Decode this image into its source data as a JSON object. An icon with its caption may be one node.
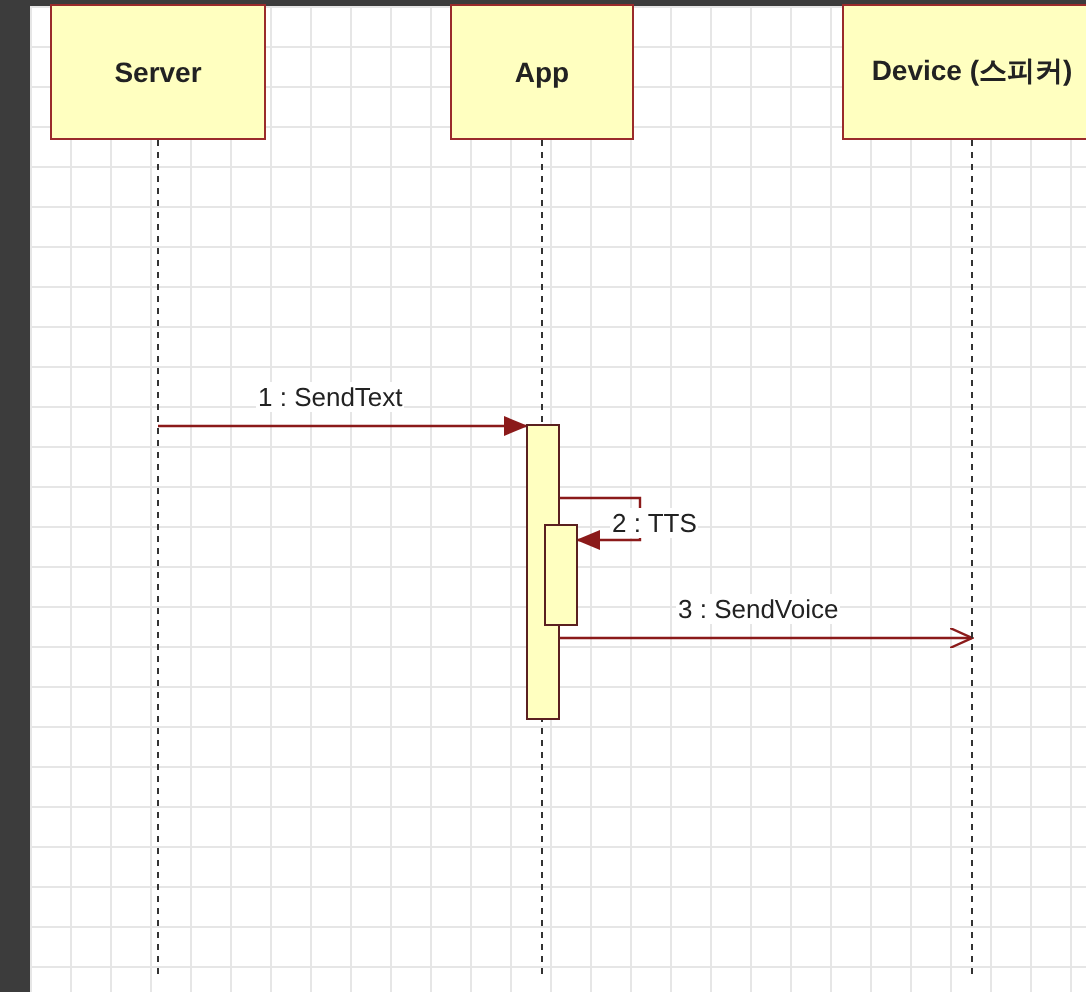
{
  "diagram": {
    "nodes": [
      {
        "text": [
          "Server"
        ]
      },
      {
        "text": [
          "App"
        ]
      },
      {
        "text": [
          "Device (스피커)"
        ]
      },
      {
        "text": [],
        "shape": "bar",
        "in": 1
      },
      {
        "text": [],
        "shape": "bar",
        "in": 1
      }
    ],
    "edges": [
      {
        "from": 0,
        "to": 3,
        "arrow": "to",
        "label": "1 : SendText"
      },
      {
        "from": 3,
        "to": 4,
        "arrow": "to",
        "label": "2 : TTS"
      },
      {
        "from": 3,
        "to": 2,
        "arrow": "to",
        "label": "3 : SendVoice"
      }
    ]
  }
}
